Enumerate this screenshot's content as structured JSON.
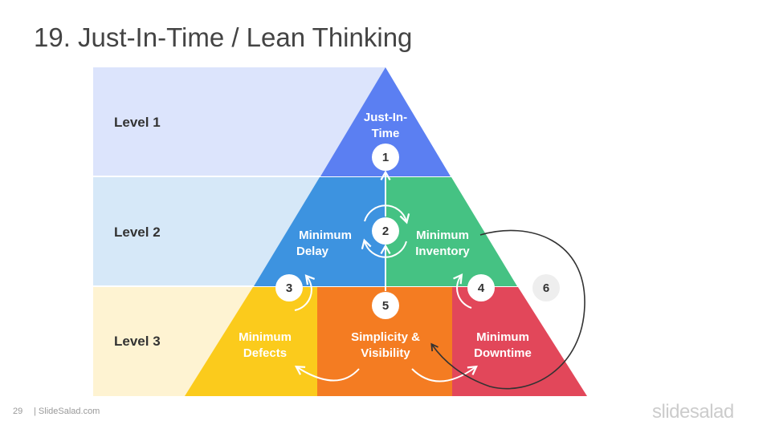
{
  "title": "19. Just-In-Time / Lean Thinking",
  "levels": [
    "Level 1",
    "Level 2",
    "Level 3"
  ],
  "segments": {
    "jit": {
      "line1": "Just-In-",
      "line2": "Time"
    },
    "delay": {
      "line1": "Minimum",
      "line2": "Delay"
    },
    "inventory": {
      "line1": "Minimum",
      "line2": "Inventory"
    },
    "defects": {
      "line1": "Minimum",
      "line2": "Defects"
    },
    "simplicity": {
      "line1": "Simplicity &",
      "line2": "Visibility"
    },
    "downtime": {
      "line1": "Minimum",
      "line2": "Downtime"
    }
  },
  "numbers": [
    "1",
    "2",
    "3",
    "4",
    "5",
    "6"
  ],
  "colors": {
    "jit": "#5b7ff2",
    "delay": "#3d93e0",
    "inventory": "#45c283",
    "defects": "#fbcb1c",
    "simplicity": "#f47c22",
    "downtime": "#e2475a",
    "band1": "#dce4fc",
    "band2": "#d6e8f8",
    "band3": "#fef3d2"
  },
  "footer": {
    "page": "29",
    "source": "| SlideSalad.com"
  },
  "brand": "slidesalad"
}
